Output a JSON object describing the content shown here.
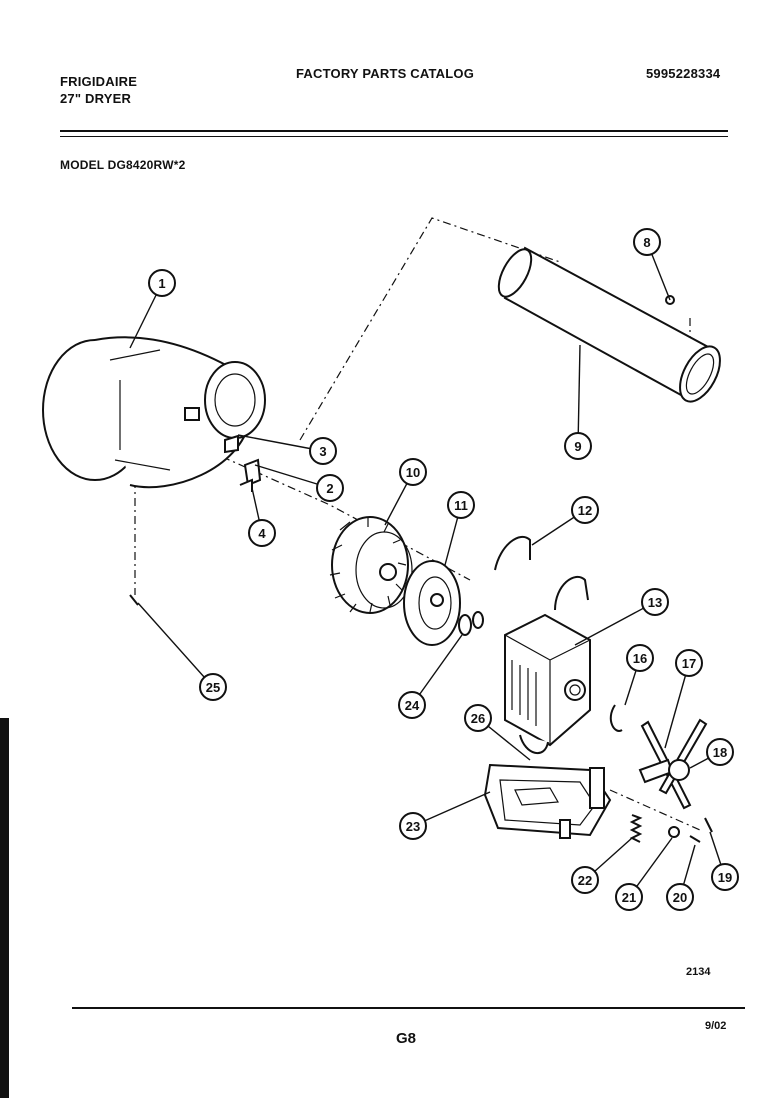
{
  "header": {
    "brand": "FRIGIDAIRE",
    "product": "27\" DRYER",
    "catalog_title": "FACTORY PARTS CATALOG",
    "catalog_number": "5995228334",
    "model_line": "MODEL DG8420RW*2"
  },
  "callouts": [
    "1",
    "2",
    "3",
    "4",
    "8",
    "9",
    "10",
    "11",
    "12",
    "13",
    "16",
    "17",
    "18",
    "19",
    "20",
    "21",
    "22",
    "23",
    "24",
    "25",
    "26"
  ],
  "footer": {
    "diagram_id": "2134",
    "page_number": "G8",
    "date_code": "9/02"
  }
}
